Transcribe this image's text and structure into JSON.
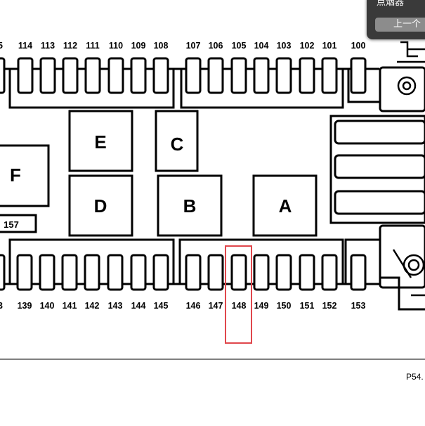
{
  "top_fuses": [
    "114",
    "113",
    "112",
    "111",
    "110",
    "109",
    "108",
    "107",
    "106",
    "105",
    "104",
    "103",
    "102",
    "101",
    "100"
  ],
  "bottom_fuses": [
    "139",
    "140",
    "141",
    "142",
    "143",
    "144",
    "145",
    "146",
    "147",
    "148",
    "149",
    "150",
    "151",
    "152",
    "153"
  ],
  "relays": {
    "a": "A",
    "b": "B",
    "c": "C",
    "d": "D",
    "e": "E",
    "f": "F"
  },
  "small_fuse": "157",
  "highlighted_fuse": "148",
  "popup": {
    "title": "点烟器",
    "button": "上一个"
  },
  "page_ref": "P54.",
  "colors": {
    "highlight": "#e0474c",
    "line": "#000000",
    "popup_bg": "#3a3a3a",
    "popup_button": "#8c8c8c"
  }
}
